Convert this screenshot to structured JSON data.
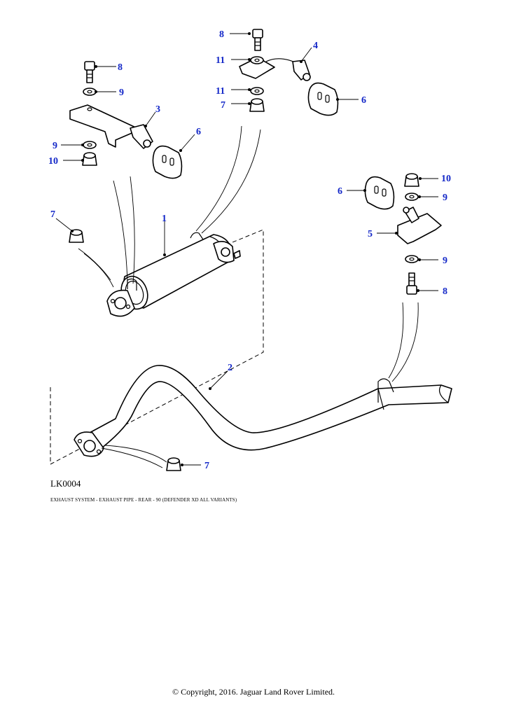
{
  "diagram": {
    "callouts": {
      "c1": "1",
      "c2": "2",
      "c3": "3",
      "c4": "4",
      "c5": "5",
      "c6a": "6",
      "c6b": "6",
      "c6c": "6",
      "c7a": "7",
      "c7b": "7",
      "c7c": "7",
      "c8a": "8",
      "c8b": "8",
      "c8c": "8",
      "c9a": "9",
      "c9b": "9",
      "c9c": "9",
      "c9d": "9",
      "c10a": "10",
      "c10b": "10",
      "c11a": "11",
      "c11b": "11"
    }
  },
  "footer": {
    "code": "LK0004",
    "caption": "EXHAUST SYSTEM - EXHAUST PIPE - REAR - 90  (DEFENDER XD ALL VARIANTS)",
    "copyright": "© Copyright, 2016. Jaguar Land Rover Limited."
  }
}
